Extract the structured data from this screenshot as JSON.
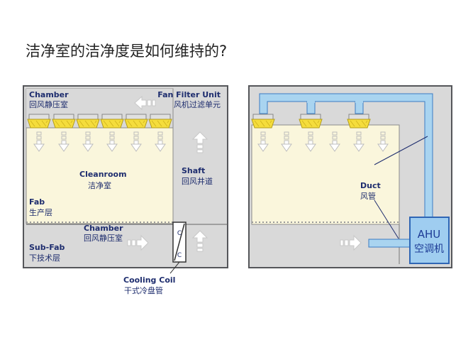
{
  "title": "洁净室的洁净度是如何维持的?",
  "left_diagram": {
    "chamber_label": "Chamber",
    "chamber_label_cn": "回风静压室",
    "ffu_label": "Fan Filter Unit",
    "ffu_label_cn": "风机过滤单元",
    "cleanroom_label": "Cleanroom",
    "cleanroom_label_cn": "洁净室",
    "shaft_label": "Shaft",
    "shaft_label_cn": "回风井道",
    "fab_label": "Fab",
    "fab_label_cn": "生产层",
    "subfab_chamber_label": "Chamber",
    "subfab_chamber_label_cn": "回风静压室",
    "subfab_label": "Sub-Fab",
    "subfab_label_cn": "下技术层",
    "coil_label": "Cooling Coil",
    "coil_label_cn": "干式冷盘管",
    "coil_marks": [
      "C",
      "C"
    ]
  },
  "right_diagram": {
    "duct_label": "Duct",
    "duct_label_cn": "风管",
    "ahu_label": "AHU",
    "ahu_label_cn": "空调机"
  },
  "colors": {
    "panel_gray": "#d9d9d9",
    "border_dark": "#55565a",
    "cleanroom_fill": "#faf6dc",
    "ffu_yellow": "#f5dd3c",
    "duct_blue": "#a9d4f0",
    "duct_border": "#3a7cc4",
    "text_navy": "#1e2d6e"
  }
}
